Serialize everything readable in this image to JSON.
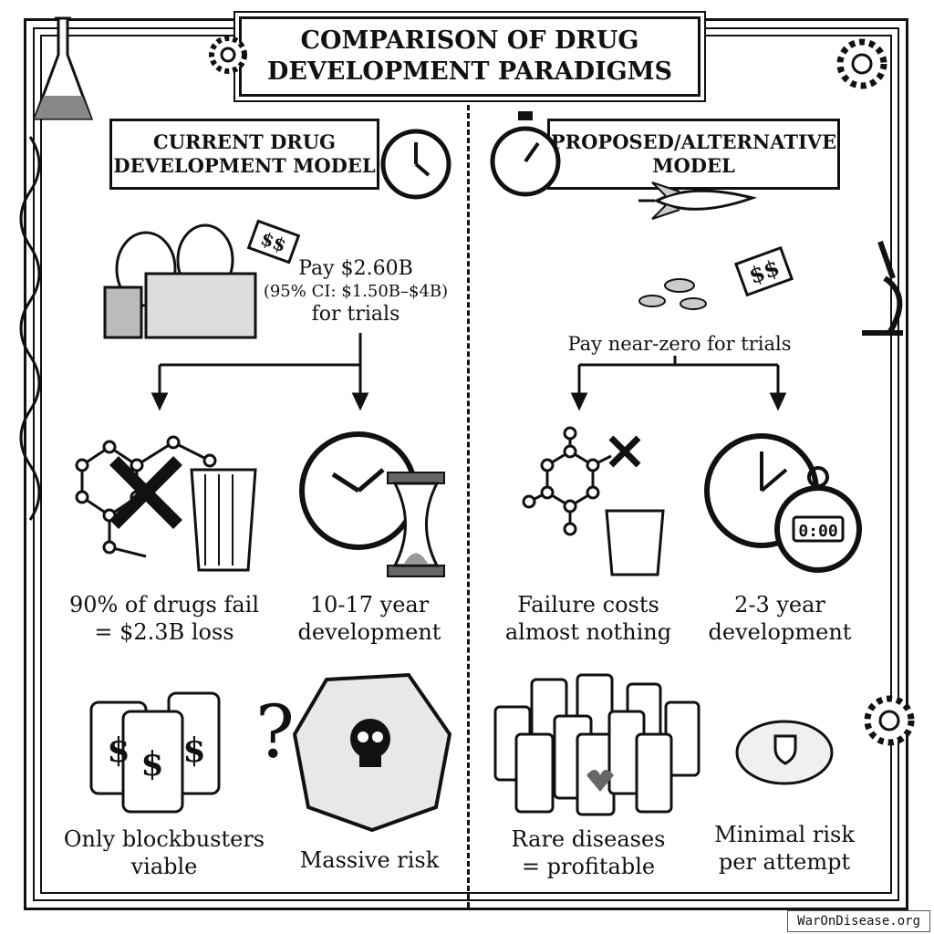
{
  "title": {
    "line1": "COMPARISON OF DRUG",
    "line2": "DEVELOPMENT PARADIGMS"
  },
  "left": {
    "header": {
      "line1": "CURRENT DRUG",
      "line2": "DEVELOPMENT MODEL"
    },
    "cost": {
      "line1": "Pay $2.60B",
      "line2": "(95% CI: $1.50B–$4B)",
      "line3": "for trials",
      "tag": "$$"
    },
    "outcome1": {
      "line1": "90% of drugs fail",
      "line2": "= $2.3B loss"
    },
    "outcome2": {
      "line1": "10-17 year",
      "line2": "development"
    },
    "outcome3": {
      "line1": "Only blockbusters",
      "line2": "viable",
      "question": "?",
      "bottle_symbol": "$"
    },
    "outcome4": {
      "line1": "Massive risk"
    }
  },
  "right": {
    "header": {
      "line1": "PROPOSED/ALTERNATIVE",
      "line2": "MODEL"
    },
    "cost": {
      "line1": "Pay near-zero for trials",
      "tag": "$$"
    },
    "outcome1": {
      "line1": "Failure costs",
      "line2": "almost nothing"
    },
    "outcome2": {
      "line1": "2-3 year",
      "line2": "development",
      "timer": "0:00"
    },
    "outcome3": {
      "line1": "Rare diseases",
      "line2": "= profitable"
    },
    "outcome4": {
      "line1": "Minimal risk",
      "line2": "per attempt"
    }
  },
  "watermark": "WarOnDisease.org"
}
